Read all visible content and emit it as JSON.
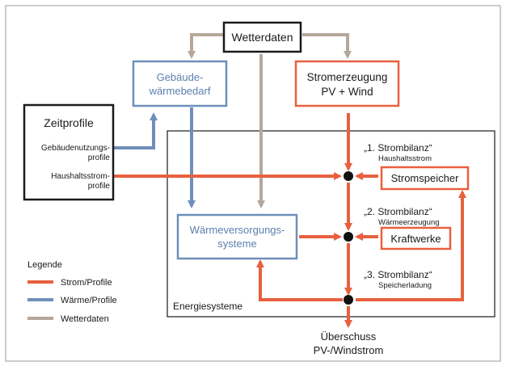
{
  "colors": {
    "strom": "#e8603f",
    "waerme": "#6f8fba",
    "wetter": "#b5a89a",
    "text_blue": "#5b7fae",
    "frame": "#1a1a1a"
  },
  "nodes": {
    "wetterdaten": "Wetterdaten",
    "gebaeude_line1": "Gebäude-",
    "gebaeude_line2": "wärmebedarf",
    "strom_line1": "Stromerzeugung",
    "strom_line2": "PV + Wind",
    "zeitprofile_title": "Zeitprofile",
    "gebaeudenutzung_line1": "Gebäudenutzungs-",
    "gebaeudenutzung_line2": "profile",
    "haushalt_line1": "Haushaltsstrom-",
    "haushalt_line2": "profile",
    "waermeversorgung_line1": "Wärmeversorgungs-",
    "waermeversorgung_line2": "systeme",
    "stromspeicher": "Stromspeicher",
    "kraftwerke": "Kraftwerke",
    "energiesysteme": "Energiesysteme",
    "ueberschuss_line1": "Überschuss",
    "ueberschuss_line2": "PV-/Windstrom"
  },
  "balances": {
    "b1_title": "„1. Strombilanz“",
    "b1_sub": "Haushaltsstrom",
    "b2_title": "„2. Strombilanz“",
    "b2_sub": "Wärmeerzeugung",
    "b3_title": "„3. Strombilanz“",
    "b3_sub": "Speicherladung"
  },
  "legend": {
    "title": "Legende",
    "items": [
      "Strom/Profile",
      "Wärme/Profile",
      "Wetterdaten"
    ]
  }
}
